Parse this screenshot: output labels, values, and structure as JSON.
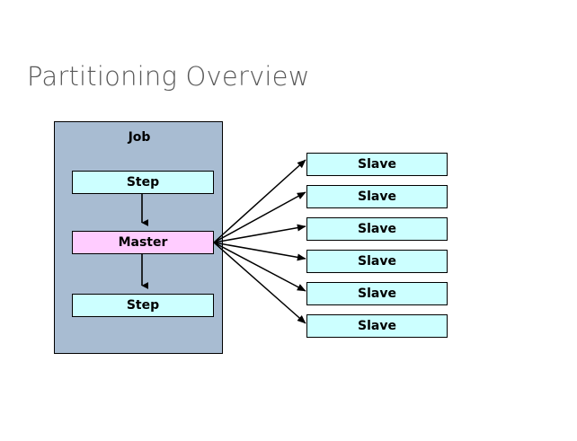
{
  "slide": {
    "title": "Partitioning Overview",
    "background_color": "#ffffff",
    "title_color": "#585858"
  },
  "job": {
    "label": "Job",
    "background_color": "#a8bcd2",
    "border_color": "#000000",
    "steps": [
      {
        "id": "step-top",
        "label": "Step",
        "type": "step",
        "color": "#ccffff"
      },
      {
        "id": "master",
        "label": "Master",
        "type": "master",
        "color": "#ffccff"
      },
      {
        "id": "step-bottom",
        "label": "Step",
        "type": "step",
        "color": "#ccffff"
      }
    ]
  },
  "slaves": {
    "color": "#ccffff",
    "items": [
      {
        "label": "Slave"
      },
      {
        "label": "Slave"
      },
      {
        "label": "Slave"
      },
      {
        "label": "Slave"
      },
      {
        "label": "Slave"
      },
      {
        "label": "Slave"
      }
    ]
  },
  "connectors": {
    "inner_flow": [
      {
        "from": "step-top",
        "to": "master"
      },
      {
        "from": "master",
        "to": "step-bottom"
      }
    ],
    "fan_out": {
      "from": "master",
      "to_count": 6,
      "arrow_color": "#000000"
    }
  }
}
